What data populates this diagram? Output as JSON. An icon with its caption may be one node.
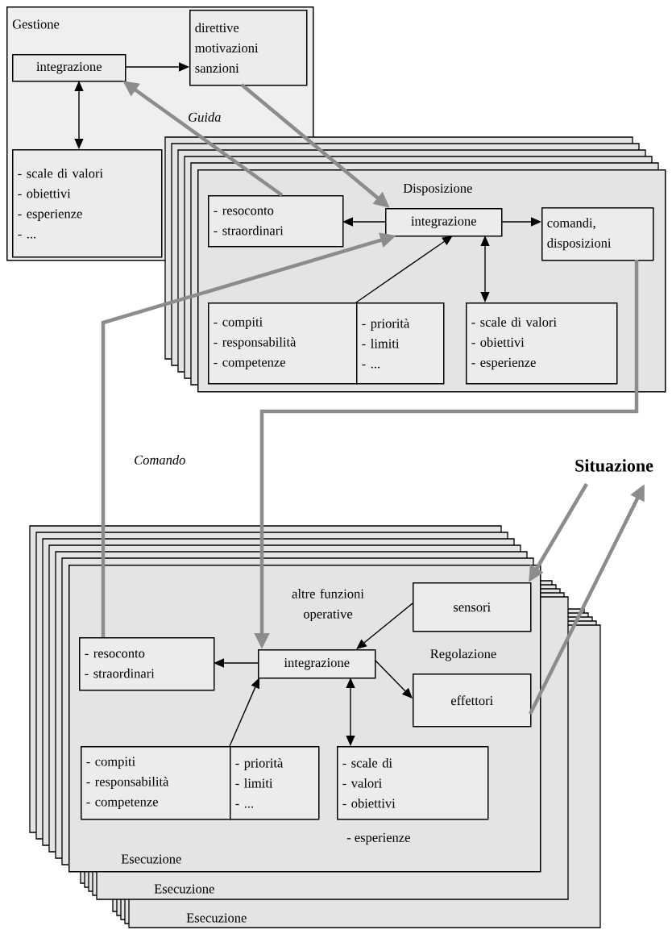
{
  "diagram": {
    "nodes": [
      {
        "text": [
          "Gestione"
        ]
      },
      {
        "text": [
          "integrazione"
        ],
        "in": 0
      },
      {
        "text": [
          "direttive",
          "motivazioni",
          "sanzioni"
        ],
        "in": 0
      },
      {
        "text": [
          "- scale di valori",
          "- obiettivi",
          "- esperienze",
          "- ..."
        ],
        "in": 0
      },
      {
        "text": [
          "Disposizione"
        ]
      },
      {
        "text": [
          "- resoconto",
          "- straordinari"
        ],
        "in": 4
      },
      {
        "text": [
          "integrazione"
        ],
        "in": 4
      },
      {
        "text": [
          "comandi, disposizioni"
        ],
        "in": 4
      },
      {
        "text": [
          "- compiti",
          "- responsabilità",
          "- competenze"
        ],
        "in": 4
      },
      {
        "text": [
          "- priorità",
          "- limiti",
          "- ..."
        ],
        "in": 4
      },
      {
        "text": [
          "- scale di valori",
          "- obiettivi",
          "- esperienze"
        ],
        "in": 4
      },
      {
        "text": [
          "Situazione"
        ]
      },
      {
        "text": [
          "Esecuzione"
        ]
      },
      {
        "text": [
          "sensori"
        ],
        "in": 12
      },
      {
        "text": [
          "- resoconto",
          "- straordinari"
        ],
        "in": 12
      },
      {
        "text": [
          "integrazione"
        ],
        "in": 12
      },
      {
        "text": [
          "effettori"
        ],
        "in": 12
      },
      {
        "text": [
          "- compiti",
          "- responsabilità",
          "- competenze"
        ],
        "in": 12
      },
      {
        "text": [
          "- priorità",
          "- limiti",
          "- ..."
        ],
        "in": 12
      },
      {
        "text": [
          "- scale di",
          "- valori",
          "- obiettivi"
        ],
        "beside": [
          "- esperienze"
        ],
        "in": 12
      }
    ],
    "edges": [
      {
        "from": 1,
        "to": 2,
        "arrow": "to"
      },
      {
        "from": 1,
        "to": 3,
        "arrow": "both"
      },
      {
        "from": 6,
        "to": 5,
        "arrow": "to"
      },
      {
        "from": 6,
        "to": 7,
        "arrow": "to"
      },
      {
        "from": 6,
        "to": 10,
        "arrow": "both"
      },
      {
        "from": 8,
        "to": 6,
        "arrow": "to"
      },
      {
        "from": 13,
        "to": 15,
        "arrow": "to"
      },
      {
        "from": 15,
        "to": 14,
        "arrow": "to"
      },
      {
        "from": 15,
        "to": 16,
        "arrow": "to"
      },
      {
        "from": 15,
        "to": 19,
        "arrow": "both"
      },
      {
        "from": 17,
        "to": 15,
        "arrow": "to"
      },
      {
        "from": 5,
        "to": 1,
        "arrow": "to",
        "style": "thick",
        "color": "#8c8c8c"
      },
      {
        "from": 2,
        "to": 6,
        "arrow": "to",
        "style": "thick",
        "color": "#8c8c8c"
      },
      {
        "from": 14,
        "to": 6,
        "arrow": "to",
        "style": "thick",
        "color": "#8c8c8c"
      },
      {
        "from": 7,
        "to": 15,
        "arrow": "to",
        "style": "thick",
        "color": "#8c8c8c"
      },
      {
        "from": 11,
        "to": 13,
        "arrow": "to",
        "style": "thick",
        "color": "#8c8c8c"
      },
      {
        "from": 16,
        "to": 11,
        "arrow": "to",
        "style": "thick",
        "color": "#8c8c8c"
      }
    ],
    "labels": [
      "Guida",
      "Comando",
      "altre funzioni operative",
      "Regolazione",
      "Esecuzione",
      "Esecuzione"
    ]
  }
}
